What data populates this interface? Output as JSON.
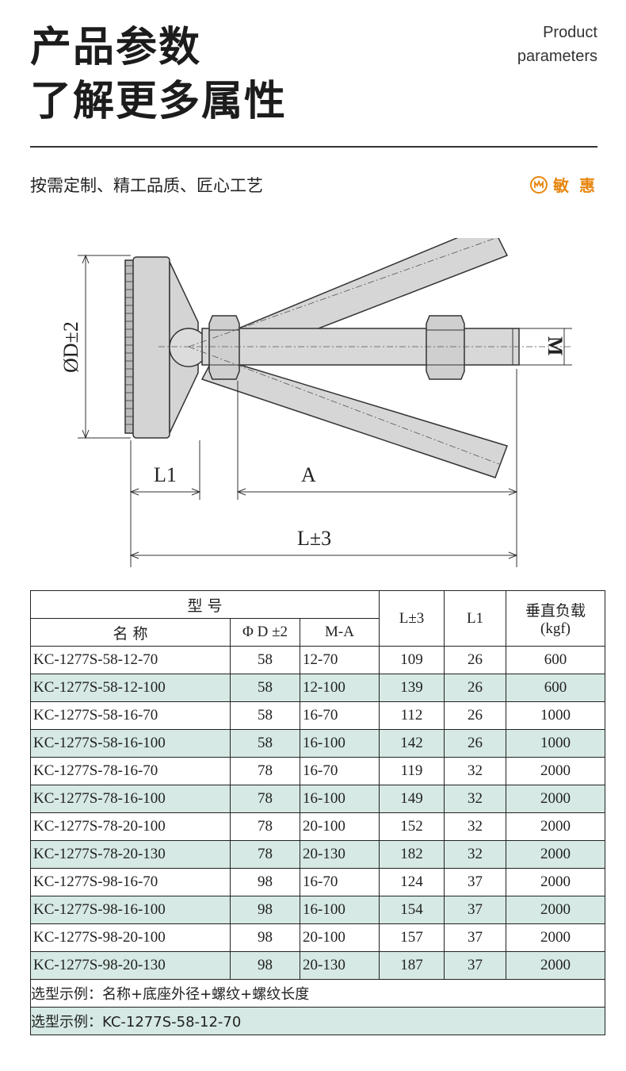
{
  "header": {
    "title_line1": "产品参数",
    "title_line2": "了解更多属性",
    "en_line1": "Product",
    "en_line2": "parameters"
  },
  "subtitle": "按需定制、精工品质、匠心工艺",
  "brand": {
    "name": "敏 惠",
    "icon": "brand-logo-icon",
    "color": "#e8870f"
  },
  "drawing": {
    "labels": {
      "diameter": "ØD±2",
      "m": "M",
      "l1": "L1",
      "a": "A",
      "l": "L±3"
    }
  },
  "table": {
    "header": {
      "model": "型 号",
      "name": "名 称",
      "phi_d": "Φ D ±2",
      "ma": "M-A",
      "l": "L±3",
      "l1": "L1",
      "load_line1": "垂直负载",
      "load_line2": "(kgf)"
    },
    "rows": [
      [
        "KC-1277S-58-12-70",
        "58",
        "12-70",
        "109",
        "26",
        "600"
      ],
      [
        "KC-1277S-58-12-100",
        "58",
        "12-100",
        "139",
        "26",
        "600"
      ],
      [
        "KC-1277S-58-16-70",
        "58",
        "16-70",
        "112",
        "26",
        "1000"
      ],
      [
        "KC-1277S-58-16-100",
        "58",
        "16-100",
        "142",
        "26",
        "1000"
      ],
      [
        "KC-1277S-78-16-70",
        "78",
        "16-70",
        "119",
        "32",
        "2000"
      ],
      [
        "KC-1277S-78-16-100",
        "78",
        "16-100",
        "149",
        "32",
        "2000"
      ],
      [
        "KC-1277S-78-20-100",
        "78",
        "20-100",
        "152",
        "32",
        "2000"
      ],
      [
        "KC-1277S-78-20-130",
        "78",
        "20-130",
        "182",
        "32",
        "2000"
      ],
      [
        "KC-1277S-98-16-70",
        "98",
        "16-70",
        "124",
        "37",
        "2000"
      ],
      [
        "KC-1277S-98-16-100",
        "98",
        "16-100",
        "154",
        "37",
        "2000"
      ],
      [
        "KC-1277S-98-20-100",
        "98",
        "20-100",
        "157",
        "37",
        "2000"
      ],
      [
        "KC-1277S-98-20-130",
        "98",
        "20-130",
        "187",
        "37",
        "2000"
      ]
    ],
    "note1": "选型示例：名称+底座外径+螺纹+螺纹长度",
    "note2": "选型示例：KC-1277S-58-12-70",
    "alt_color": "#d6e9e4"
  }
}
